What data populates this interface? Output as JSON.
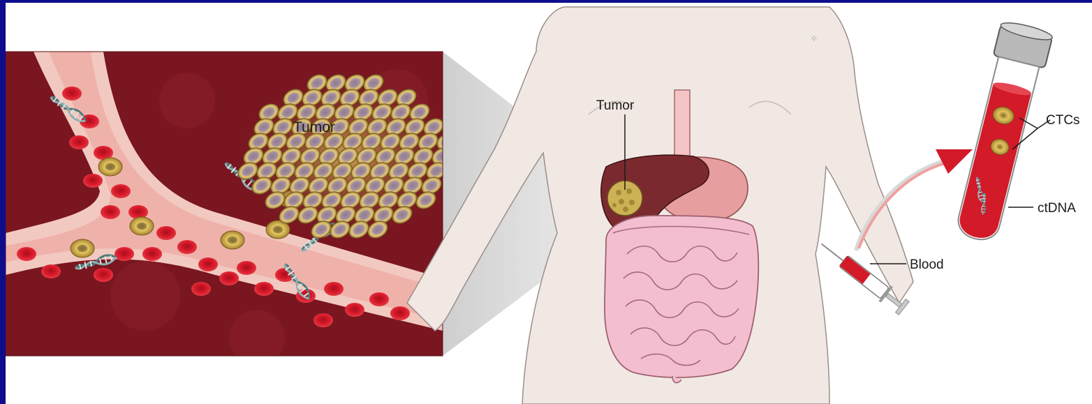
{
  "colors": {
    "border": "#0f0d8c",
    "background": "#ffffff",
    "inset_background": "#7a1620",
    "vessel_wall": "#f2c9c0",
    "red_blood_cell": "#d7192a",
    "ctc_cell": "#c8a43a",
    "tumor_cell": "#c9a24a",
    "skin": "#f1e8e4",
    "liver": "#7a2a2e",
    "stomach": "#e79e9e",
    "intestine": "#f3bfd0",
    "blood_tube": "#d21a28",
    "tube_cap": "#b9b9b9"
  },
  "labels": {
    "inset_tumor": "Tumor",
    "body_tumor": "Tumor",
    "ctcs": "CTCs",
    "ctdna": "ctDNA",
    "blood": "Blood"
  },
  "icons": {
    "dna": "dna-helix-icon",
    "syringe": "syringe-icon",
    "tube": "blood-tube-icon",
    "arrow": "curved-arrow-icon"
  }
}
